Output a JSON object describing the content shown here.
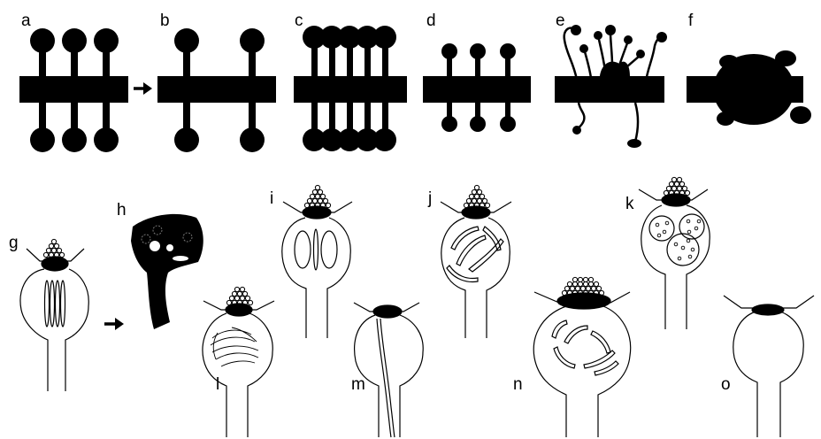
{
  "panels": [
    {
      "id": "a",
      "label": "a"
    },
    {
      "id": "b",
      "label": "b"
    },
    {
      "id": "c",
      "label": "c"
    },
    {
      "id": "d",
      "label": "d"
    },
    {
      "id": "e",
      "label": "e"
    },
    {
      "id": "f",
      "label": "f"
    },
    {
      "id": "g",
      "label": "g"
    },
    {
      "id": "h",
      "label": "h"
    },
    {
      "id": "i",
      "label": "i"
    },
    {
      "id": "j",
      "label": "j"
    },
    {
      "id": "k",
      "label": "k"
    },
    {
      "id": "l",
      "label": "l"
    },
    {
      "id": "m",
      "label": "m"
    },
    {
      "id": "n",
      "label": "n"
    },
    {
      "id": "o",
      "label": "o"
    }
  ],
  "colors": {
    "ink": "#000000",
    "fill": "#ffffff",
    "granule": "#555555"
  }
}
